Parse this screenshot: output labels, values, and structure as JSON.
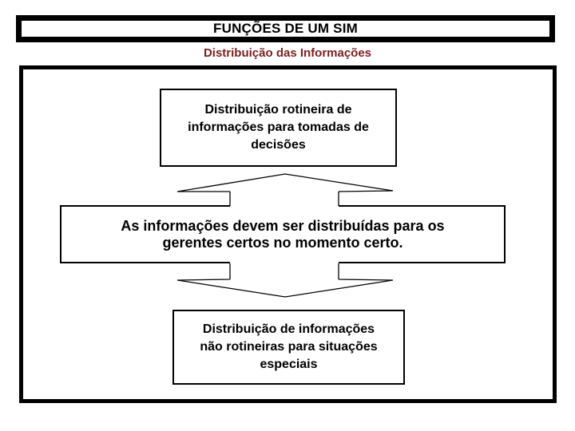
{
  "slide": {
    "title_bar": {
      "text": "FUNÇÕES DE UM SIM"
    },
    "subtitle": {
      "text": "Distribuição das Informações",
      "color": "#7a1f1f"
    },
    "diagram": {
      "top_box": {
        "lines": [
          "Distribuição rotineira de",
          "informações para tomadas de",
          "decisões"
        ]
      },
      "middle_box": {
        "lines": [
          "As informações devem ser distribuídas para os",
          "gerentes certos no momento certo."
        ]
      },
      "bottom_box": {
        "lines": [
          "Distribuição de informações",
          "não rotineiras para situações",
          "especiais"
        ]
      },
      "arrows": [
        {
          "name": "up-arrowhead",
          "direction": "up"
        },
        {
          "name": "down-arrowhead",
          "direction": "down"
        }
      ],
      "line_color": "#000000",
      "fill_color": "#ffffff"
    }
  }
}
